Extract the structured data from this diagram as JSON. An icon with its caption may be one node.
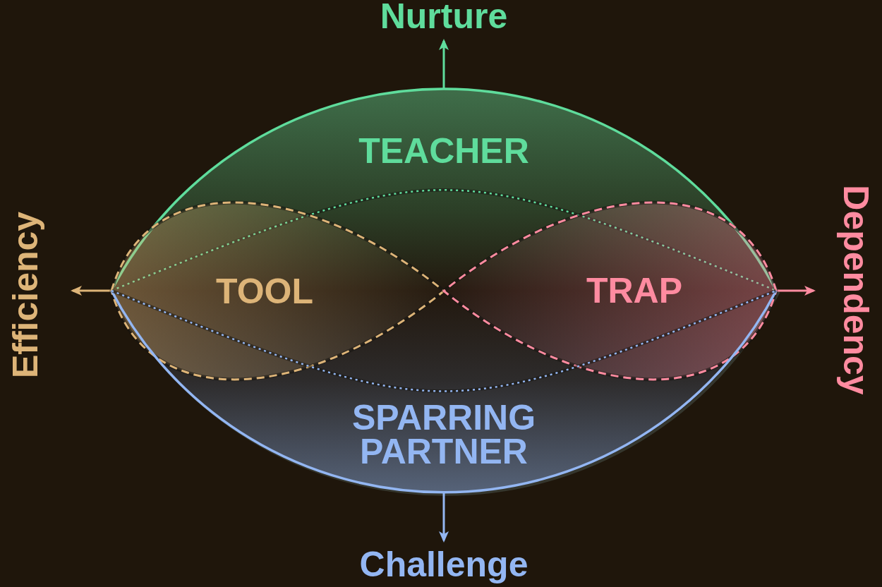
{
  "diagram": {
    "nodes": [
      {
        "text": [
          "TEACHER"
        ]
      },
      {
        "text": [
          "TOOL"
        ]
      },
      {
        "text": [
          "TRAP"
        ]
      },
      {
        "text": [
          "SPARRING PARTNER"
        ]
      }
    ],
    "labels": [
      "Nurture",
      "Efficiency",
      "Dependency",
      "Challenge"
    ]
  }
}
